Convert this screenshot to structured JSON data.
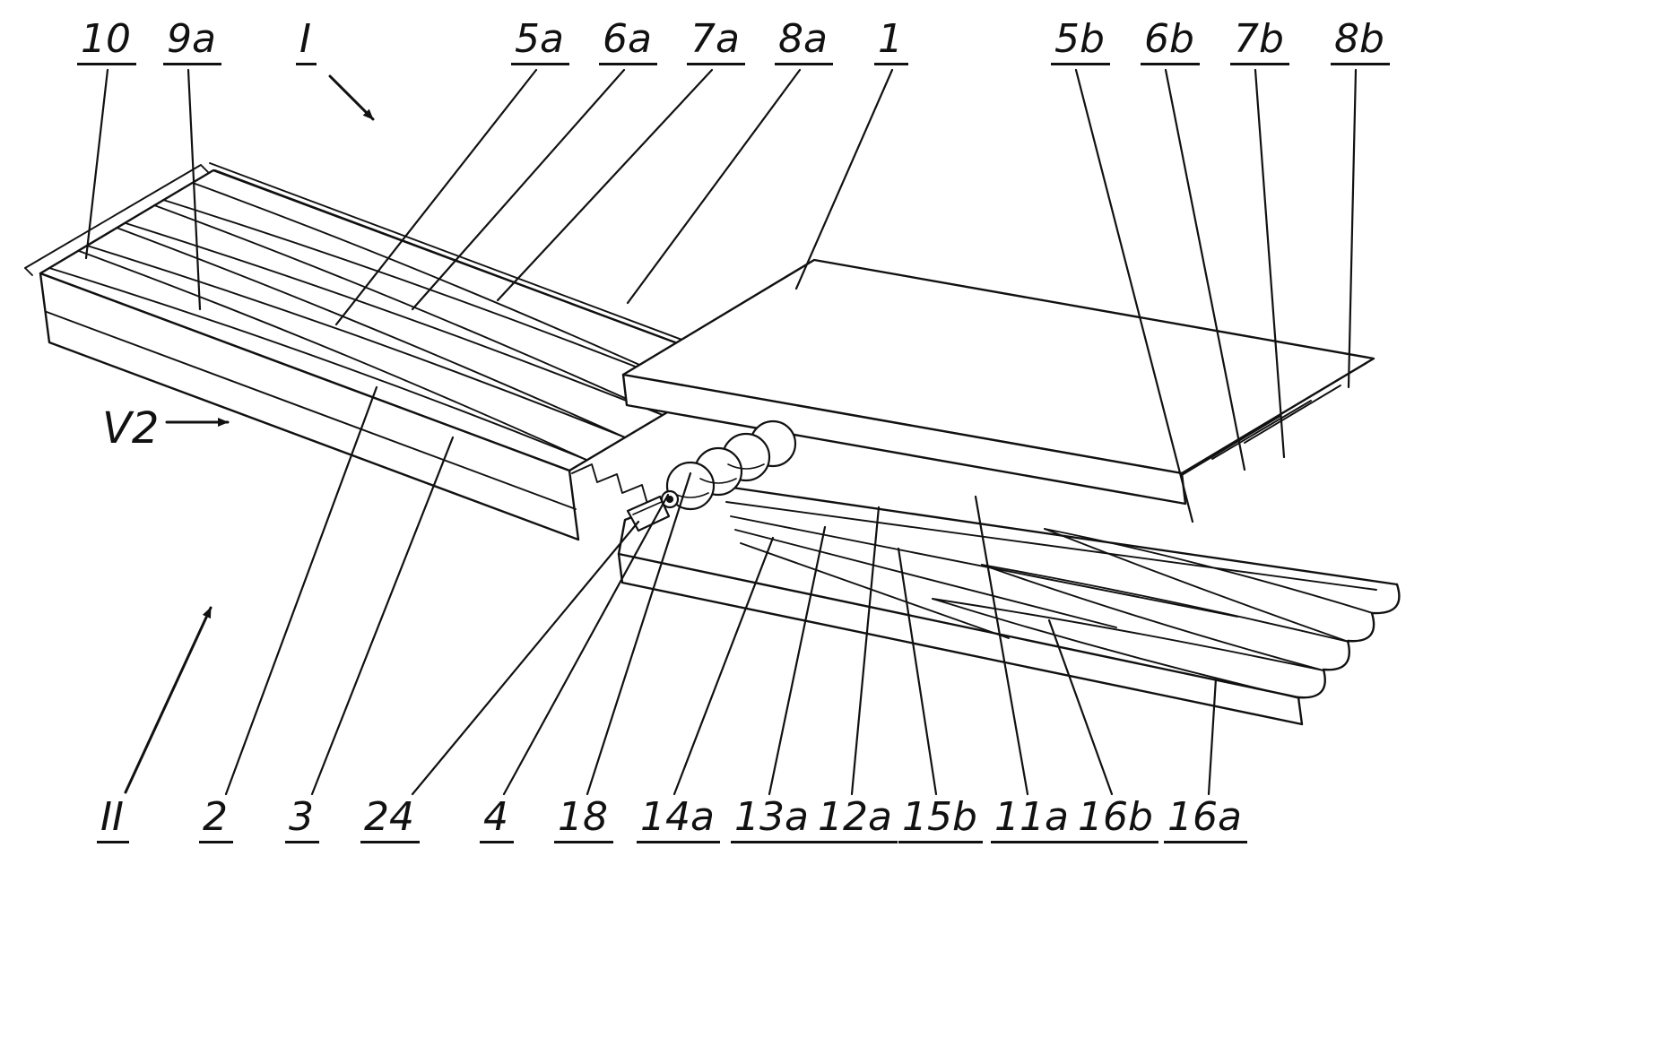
{
  "labels": {
    "ref_10": "10",
    "ref_9a": "9a",
    "view_I": "I",
    "ref_5a": "5a",
    "ref_6a": "6a",
    "ref_7a": "7a",
    "ref_8a": "8a",
    "ref_1": "1",
    "ref_5b": "5b",
    "ref_6b": "6b",
    "ref_7b": "7b",
    "ref_8b": "8b",
    "dir_V2": "V2",
    "view_II": "II",
    "ref_2": "2",
    "ref_3": "3",
    "ref_24": "24",
    "ref_4": "4",
    "ref_18": "18",
    "ref_14a": "14a",
    "ref_13a": "13a",
    "ref_12a": "12a",
    "ref_15b": "15b",
    "ref_11a": "11a",
    "ref_16b": "16b",
    "ref_16a": "16a"
  },
  "colors": {
    "line": "#111111",
    "background": "#ffffff"
  }
}
